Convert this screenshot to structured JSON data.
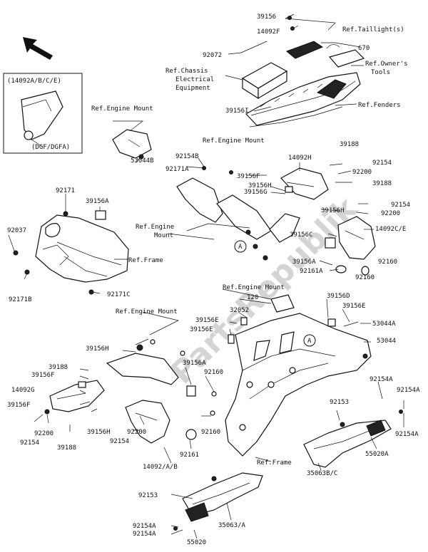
{
  "watermark": "PartsRepublik",
  "callout_marker": "A",
  "inset": {
    "top_label": "(14092A/B/C/E)",
    "bottom_label": "(DGF/DGFA)"
  },
  "references": {
    "taillight": "Ref.Taillight(s)",
    "owners_tools_1": "Ref.Owner's",
    "owners_tools_2": "Tools",
    "chassis_1": "Ref.Chassis",
    "chassis_2": "Electrical",
    "chassis_3": "Equipment",
    "fenders": "Ref.Fenders",
    "engine_mount_1": "Ref.Engine Mount",
    "engine_mount_2": "Ref.Engine Mount",
    "engine_mount_3a": "Ref.Engine",
    "engine_mount_3b": "Mount",
    "engine_mount_4": "Ref.Engine Mount",
    "engine_mount_5": "Ref.Engine Mount",
    "frame_1": "Ref.Frame",
    "frame_2": "Ref.Frame"
  },
  "part_numbers": {
    "p39156_top": "39156",
    "p14092F": "14092F",
    "p670": "670",
    "p92072": "92072",
    "p39156I": "39156I",
    "p53044B": "53044B",
    "p92154B": "92154B",
    "p92171A": "92171A",
    "p39156F_up": "39156F",
    "p39156H_up": "39156H",
    "p39156G": "39156G",
    "p14092H": "14092H",
    "p39188_a": "39188",
    "p92154_a": "92154",
    "p92200_a": "92200",
    "p39188_b": "39188",
    "p39156H_r": "39156H",
    "p92154_b": "92154",
    "p92200_b": "92200",
    "p14092CE": "14092C/E",
    "p39156C": "39156C",
    "p39156A_r": "39156A",
    "p92161A": "92161A",
    "p92160_a": "92160",
    "p92160_b": "92160",
    "p92171": "92171",
    "p39156A_l": "39156A",
    "p92037": "92037",
    "p92171B": "92171B",
    "p92171C": "92171C",
    "p120": "120",
    "p39156D": "39156D",
    "p32052": "32052",
    "p39156E_a": "39156E",
    "p39156E_b": "39156E",
    "p39156E_c": "39156E",
    "p53044A": "53044A",
    "p53044": "53044",
    "p39156H_l": "39156H",
    "p39188_c": "39188",
    "p39156F_l": "39156F",
    "p14092G": "14092G",
    "p39156F_l2": "39156F",
    "p92200_c": "92200",
    "p92154_c": "92154",
    "p39188_d": "39188",
    "p39156H_l2": "39156H",
    "p92200_d": "92200",
    "p92154_d": "92154",
    "p39156A_m": "39156A",
    "p92160_c": "92160",
    "p92160_d": "92160",
    "p92161": "92161",
    "p14092AB": "14092/A/B",
    "p92154A_a": "92154A",
    "p92154A_b": "92154A",
    "p92153_a": "92153",
    "p92154A_c": "92154A",
    "p55020A": "55020A",
    "p35063BC": "35063B/C",
    "p92153_b": "92153",
    "p35063A": "35063/A",
    "p92154A_d": "92154A",
    "p92154A_e": "92154A",
    "p55020": "55020"
  }
}
